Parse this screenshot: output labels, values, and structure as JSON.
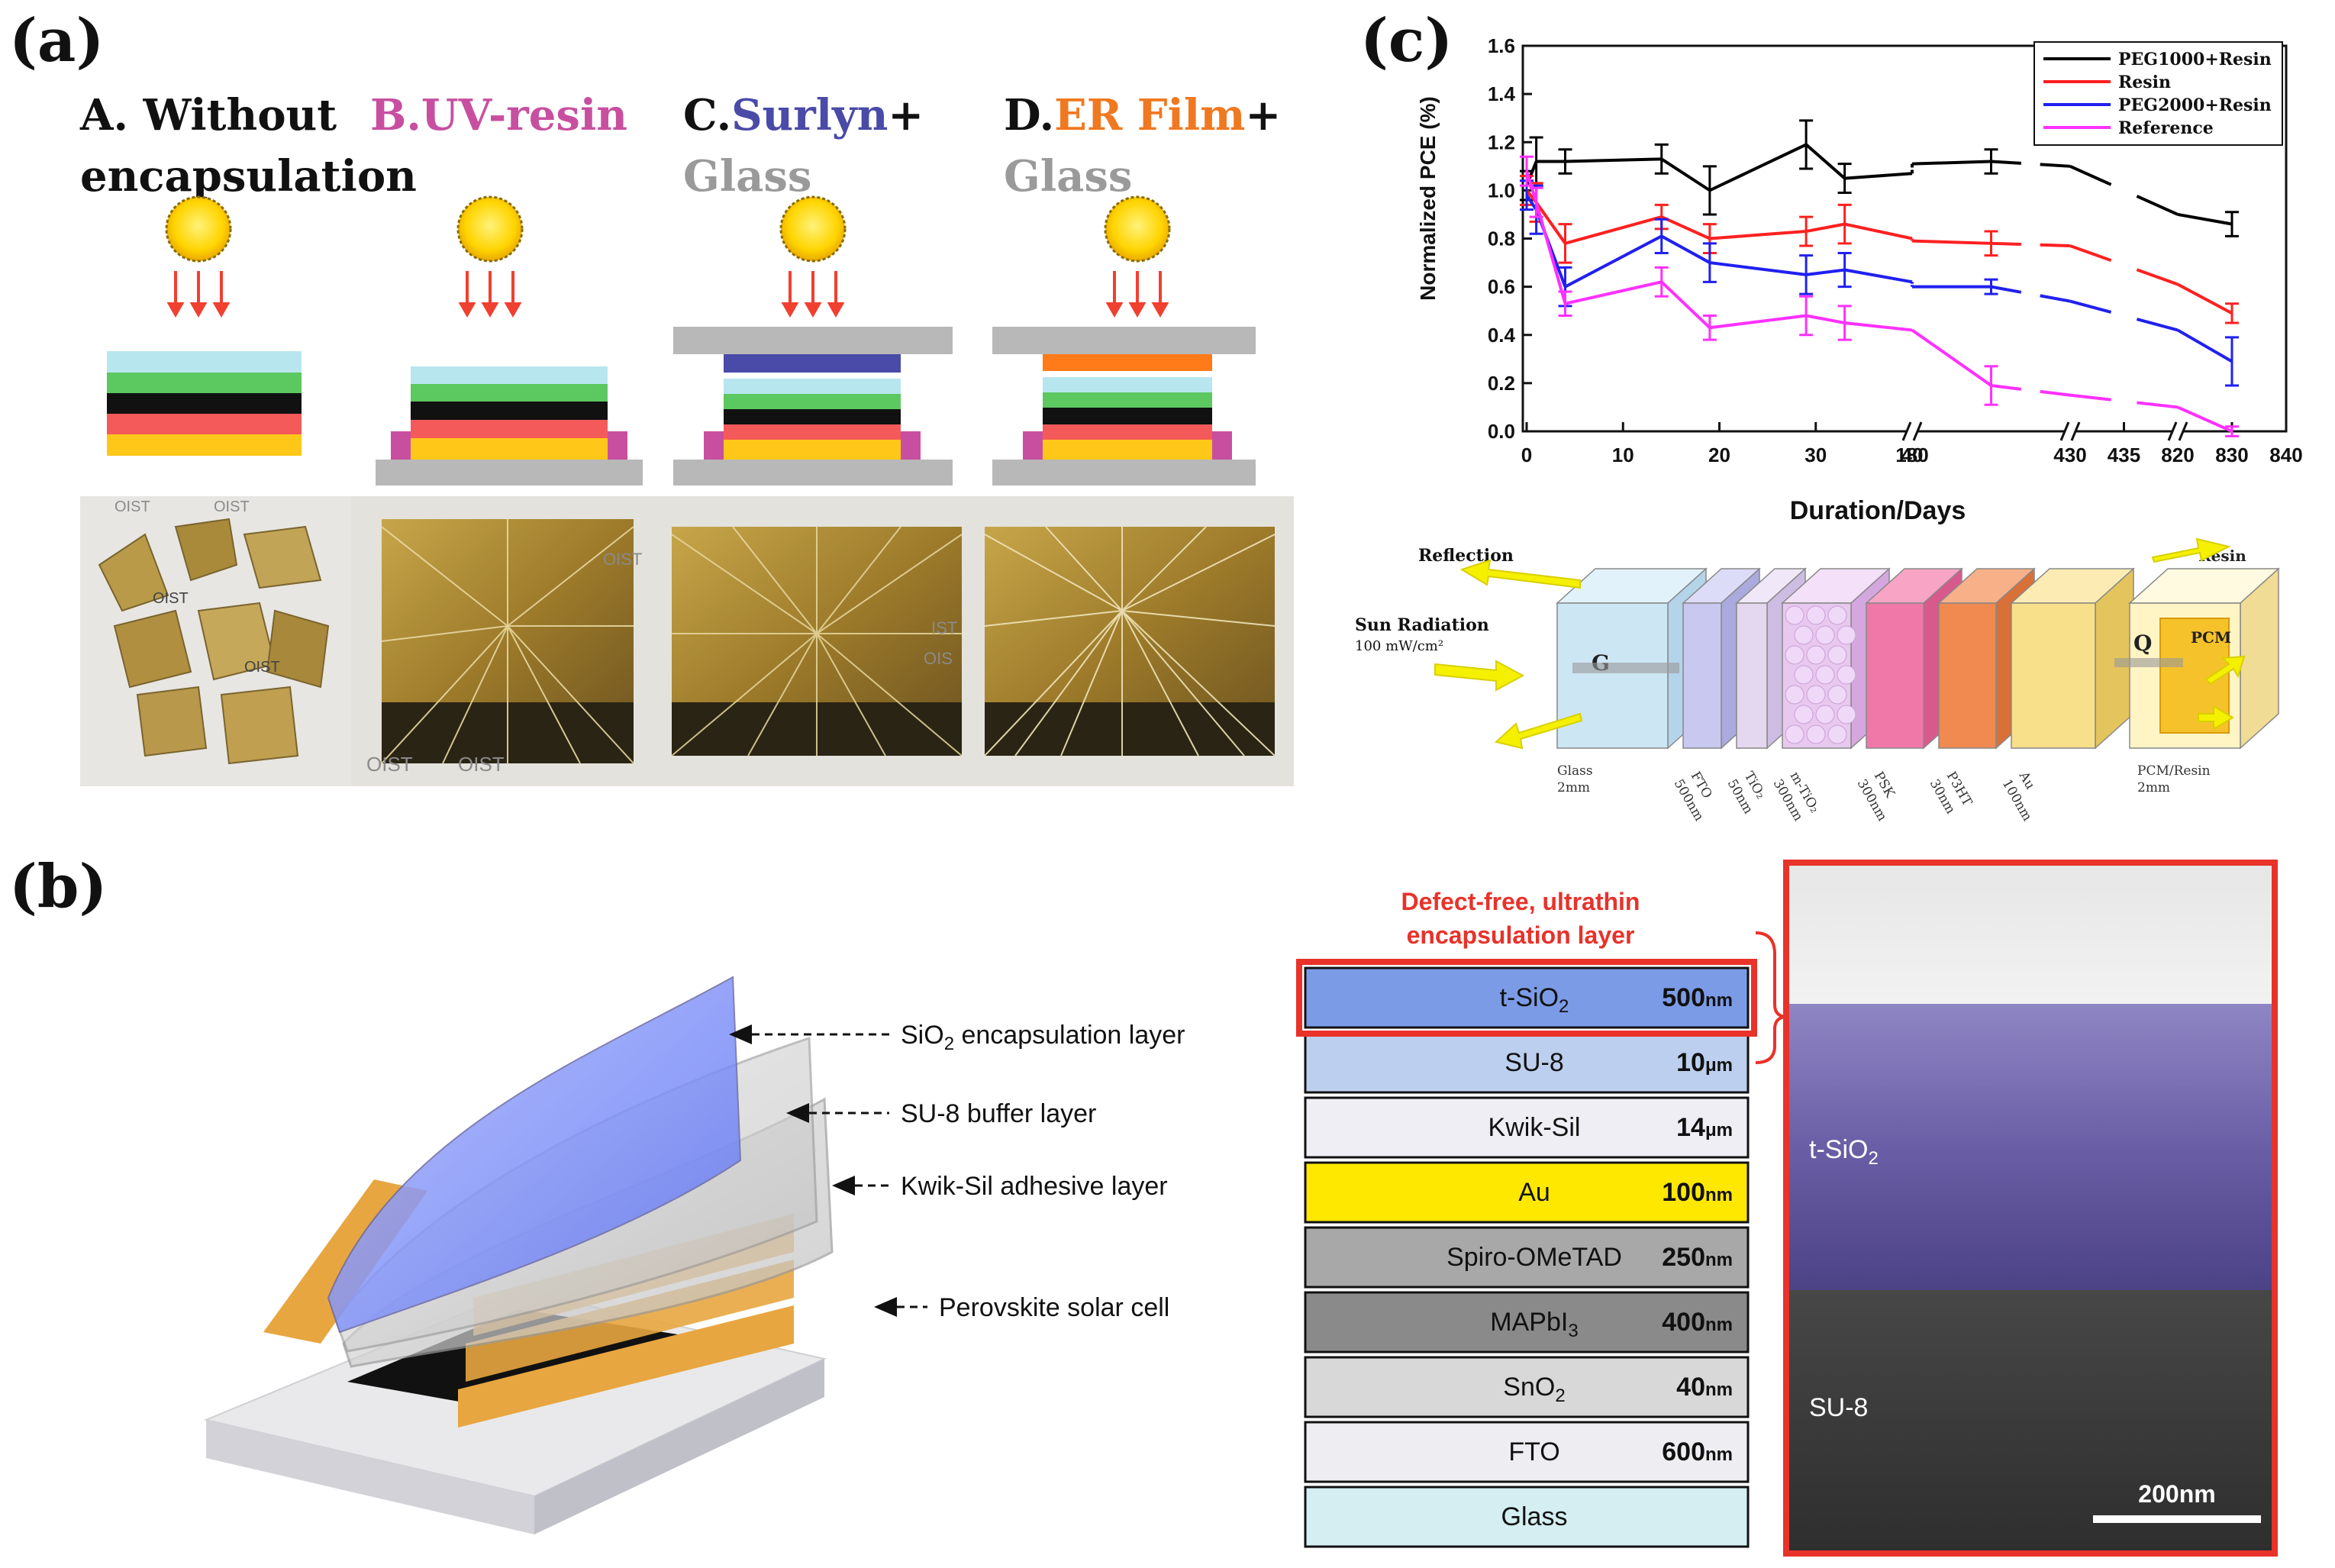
{
  "panel_labels": {
    "a": "(a)",
    "b": "(b)",
    "c": "(c)"
  },
  "panel_a": {
    "groups": [
      {
        "lines": [
          {
            "parts": [
              {
                "text": "A. Without",
                "color": "#111111"
              }
            ]
          },
          {
            "parts": [
              {
                "text": "encapsulation",
                "color": "#111111"
              }
            ]
          }
        ]
      },
      {
        "lines": [
          {
            "parts": [
              {
                "text": "B.UV-resin",
                "color": "#c84fa0"
              }
            ]
          }
        ]
      },
      {
        "lines": [
          {
            "parts": [
              {
                "text": "C.",
                "color": "#111111"
              },
              {
                "text": "Surlyn",
                "color": "#4a4aa8"
              },
              {
                "text": "+",
                "color": "#111111"
              }
            ]
          },
          {
            "parts": [
              {
                "text": "Glass",
                "color": "#9a9a9a"
              }
            ]
          }
        ]
      },
      {
        "lines": [
          {
            "parts": [
              {
                "text": "D.",
                "color": "#111111"
              },
              {
                "text": "ER Film",
                "color": "#f07820"
              },
              {
                "text": "+",
                "color": "#111111"
              }
            ]
          },
          {
            "parts": [
              {
                "text": "Glass",
                "color": "#9a9a9a"
              }
            ]
          }
        ]
      }
    ],
    "layer_colors": {
      "cyan": "#b8e6ee",
      "green": "#5cc860",
      "black": "#111111",
      "red": "#f45a5a",
      "yellow": "#ffc818",
      "glass": "#b8b8b8",
      "surlyn": "#4a4aa8",
      "er_film": "#ff7a18",
      "resin": "#c84fa0"
    },
    "photo_text": {
      "oist": "OIST",
      "oist_partial_left": "OIS",
      "oist_partial_right": "IST"
    }
  },
  "panel_b": {
    "callouts": [
      {
        "label": "SiO",
        "sub": "2",
        "rest": " encapsulation layer"
      },
      {
        "label": "SU-8  buffer layer",
        "sub": "",
        "rest": ""
      },
      {
        "label": "Kwik-Sil adhesive layer",
        "sub": "",
        "rest": ""
      },
      {
        "label": "Perovskite solar cell",
        "sub": "",
        "rest": ""
      }
    ],
    "stack_title": [
      "Defect-free, ultrathin",
      "encapsulation layer"
    ],
    "stack_layers": [
      {
        "name": "t-SiO",
        "sub": "2",
        "thickness": "500",
        "unit": "nm",
        "color": "#7c9be6"
      },
      {
        "name": "SU-8",
        "sub": "",
        "thickness": "10",
        "unit": "μm",
        "color": "#bccfee"
      },
      {
        "name": "Kwik-Sil",
        "sub": "",
        "thickness": "14",
        "unit": "μm",
        "color": "#eeeef4"
      },
      {
        "name": "Au",
        "sub": "",
        "thickness": "100",
        "unit": "nm",
        "color": "#ffe800"
      },
      {
        "name": "Spiro-OMeTAD",
        "sub": "",
        "thickness": "250",
        "unit": "nm",
        "color": "#a8a8a8"
      },
      {
        "name": "MAPbI",
        "sub": "3",
        "thickness": "400",
        "unit": "nm",
        "color": "#8a8a8a"
      },
      {
        "name": "SnO",
        "sub": "2",
        "thickness": "40",
        "unit": "nm",
        "color": "#d8d8d8"
      },
      {
        "name": "FTO",
        "sub": "",
        "thickness": "600",
        "unit": "nm",
        "color": "#eeeef2"
      },
      {
        "name": "Glass",
        "sub": "",
        "thickness": "",
        "unit": "",
        "color": "#d4eef2"
      }
    ],
    "sem": {
      "layer_top": "t-SiO",
      "layer_top_sub": "2",
      "layer_bottom": "SU-8",
      "scale_bar": "200nm"
    }
  },
  "panel_c_schematic": {
    "reflection": "Reflection",
    "sun": "Sun Radiation",
    "sun_power": "100 mW/cm²",
    "g": "G",
    "q": "Q",
    "resin": "Resin",
    "pcm": "PCM",
    "layers": [
      {
        "name": "Glass",
        "thickness": "2mm"
      },
      {
        "name": "FTO",
        "thickness": "500nm"
      },
      {
        "name": "TiO₂",
        "thickness": "50nm"
      },
      {
        "name": "m-TiO₂",
        "thickness": "300nm"
      },
      {
        "name": "PSK",
        "thickness": "300nm"
      },
      {
        "name": "P3HT",
        "thickness": "30nm"
      },
      {
        "name": "Au",
        "thickness": "100nm"
      },
      {
        "name": "PCM/Resin",
        "thickness": "2mm"
      }
    ]
  },
  "chart_data": {
    "type": "line",
    "xlabel": "Duration/Days",
    "ylabel": "Normalized PCE (%)",
    "ylim": [
      0.0,
      1.6
    ],
    "yticks": [
      "0.0",
      "0.2",
      "0.4",
      "0.6",
      "0.8",
      "1.0",
      "1.2",
      "1.4",
      "1.6"
    ],
    "x_segments": [
      {
        "range": [
          0,
          40
        ],
        "ticks": [
          "0",
          "10",
          "20",
          "30",
          "40"
        ]
      },
      {
        "range": [
          180,
          190
        ],
        "ticks": [
          "180"
        ]
      },
      {
        "range": [
          430,
          440
        ],
        "ticks": [
          "430",
          "435"
        ]
      },
      {
        "range": [
          820,
          840
        ],
        "ticks": [
          "820",
          "830",
          "840"
        ]
      }
    ],
    "legend_position": "top-right",
    "series": [
      {
        "name": "PEG1000+Resin",
        "color": "#000000",
        "points": [
          [
            0,
            1.02
          ],
          [
            1,
            1.12
          ],
          [
            4,
            1.12
          ],
          [
            14,
            1.13
          ],
          [
            19,
            1.0
          ],
          [
            29,
            1.19
          ],
          [
            33,
            1.05
          ],
          [
            40,
            1.07
          ],
          [
            180,
            1.11
          ],
          [
            185,
            1.12
          ],
          [
            430,
            1.1
          ],
          [
            820,
            0.9
          ],
          [
            830,
            0.86
          ]
        ],
        "errors": [
          0.06,
          0.1,
          0.05,
          0.06,
          0.1,
          0.1,
          0.06,
          0,
          0,
          0.05,
          0,
          0,
          0.05
        ]
      },
      {
        "name": "Resin",
        "color": "#ff2020",
        "points": [
          [
            0,
            1.0
          ],
          [
            1,
            0.95
          ],
          [
            4,
            0.78
          ],
          [
            14,
            0.89
          ],
          [
            19,
            0.8
          ],
          [
            29,
            0.83
          ],
          [
            33,
            0.86
          ],
          [
            40,
            0.8
          ],
          [
            180,
            0.79
          ],
          [
            185,
            0.78
          ],
          [
            430,
            0.77
          ],
          [
            820,
            0.61
          ],
          [
            830,
            0.49
          ]
        ],
        "errors": [
          0.06,
          0.08,
          0.08,
          0.05,
          0.06,
          0.06,
          0.08,
          0,
          0,
          0.05,
          0,
          0,
          0.04
        ]
      },
      {
        "name": "PEG2000+Resin",
        "color": "#2020f0",
        "points": [
          [
            0,
            0.98
          ],
          [
            1,
            0.92
          ],
          [
            4,
            0.6
          ],
          [
            14,
            0.81
          ],
          [
            19,
            0.7
          ],
          [
            29,
            0.65
          ],
          [
            33,
            0.67
          ],
          [
            40,
            0.62
          ],
          [
            180,
            0.6
          ],
          [
            185,
            0.6
          ],
          [
            430,
            0.54
          ],
          [
            820,
            0.42
          ],
          [
            830,
            0.29
          ]
        ],
        "errors": [
          0.06,
          0.1,
          0.08,
          0.07,
          0.08,
          0.08,
          0.07,
          0,
          0,
          0.03,
          0,
          0,
          0.1
        ]
      },
      {
        "name": "Reference",
        "color": "#ff30ff",
        "points": [
          [
            0,
            1.08
          ],
          [
            1,
            0.95
          ],
          [
            4,
            0.53
          ],
          [
            14,
            0.62
          ],
          [
            19,
            0.43
          ],
          [
            29,
            0.48
          ],
          [
            33,
            0.45
          ],
          [
            40,
            0.42
          ],
          [
            180,
            0.42
          ],
          [
            185,
            0.19
          ],
          [
            430,
            0.15
          ],
          [
            820,
            0.1
          ],
          [
            830,
            0.0
          ]
        ],
        "errors": [
          0.06,
          0.06,
          0.05,
          0.06,
          0.05,
          0.08,
          0.07,
          0,
          0,
          0.08,
          0,
          0,
          0.02
        ]
      }
    ]
  }
}
